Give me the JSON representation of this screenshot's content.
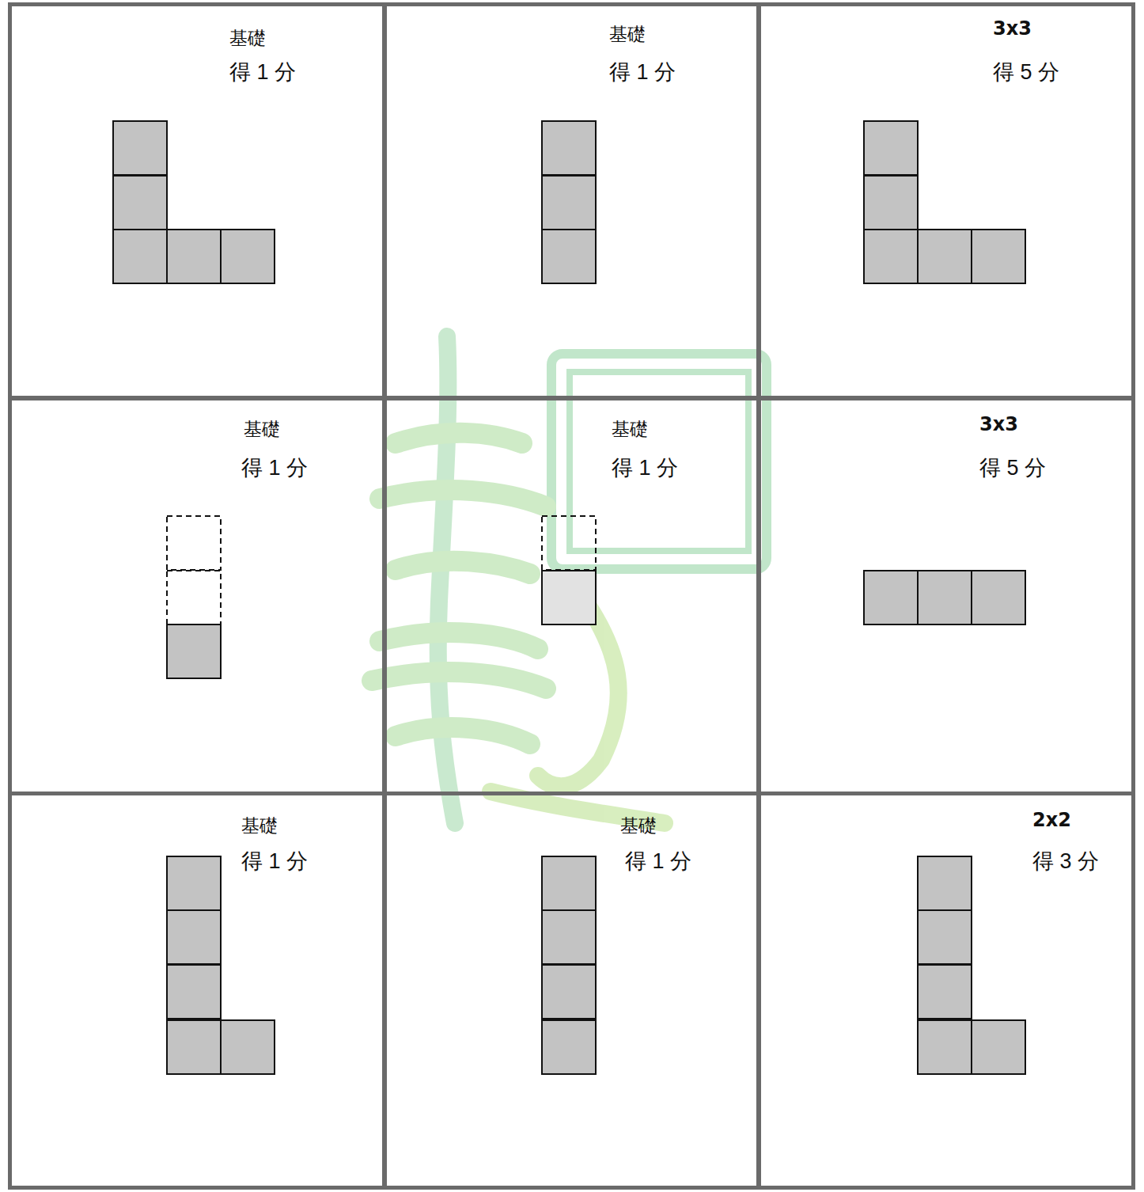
{
  "diagram": {
    "nodes": [
      {
        "text": [
          "基礎",
          "得 1 分"
        ]
      },
      {
        "text": [
          "基礎",
          "得 1 分"
        ]
      },
      {
        "text": [
          "3x3",
          "得 5 分"
        ]
      },
      {
        "text": [
          "基礎",
          "得 1 分"
        ]
      },
      {
        "text": [
          "基礎",
          "得 1 分"
        ]
      },
      {
        "text": [
          "3x3",
          "得 5 分"
        ]
      },
      {
        "text": [
          "基礎",
          "得 1 分"
        ]
      },
      {
        "text": [
          "基礎",
          "得 1 分"
        ]
      },
      {
        "text": [
          "2x2",
          "得 3 分"
        ]
      }
    ]
  }
}
